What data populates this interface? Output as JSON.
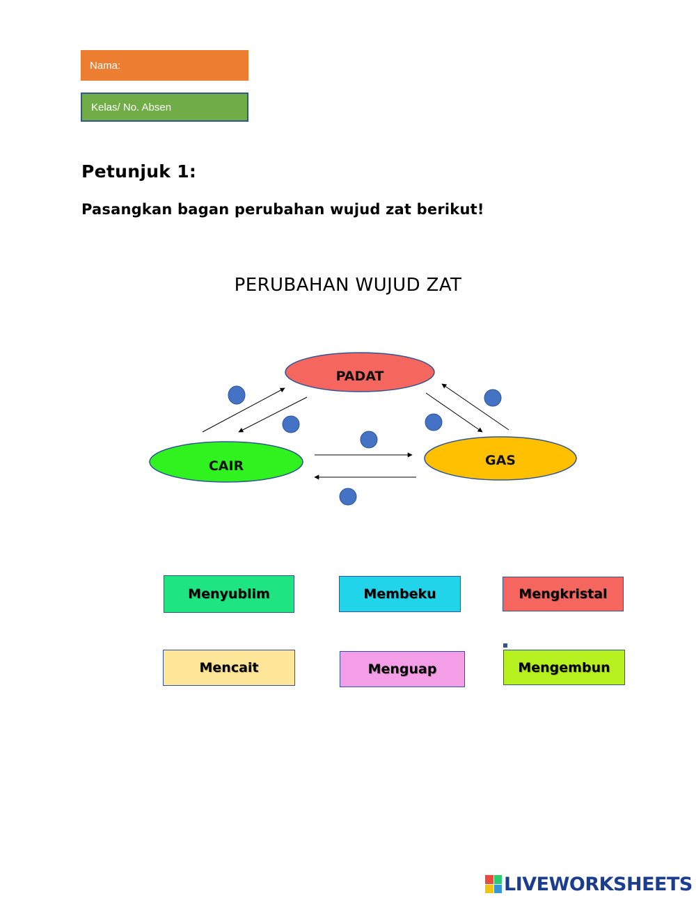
{
  "form": {
    "nama_label": "Nama:",
    "kelas_label": "Kelas/ No. Absen"
  },
  "instructions": {
    "heading": "Petunjuk 1:",
    "text": "Pasangkan bagan perubahan wujud zat berikut!"
  },
  "diagram": {
    "title": "PERUBAHAN WUJUD ZAT",
    "states": {
      "padat": "PADAT",
      "cair": "CAIR",
      "gas": "GAS"
    },
    "colors": {
      "padat": "#f4665e",
      "cair": "#2ff21f",
      "gas": "#ffc000",
      "outline": "#2f5597",
      "drop_dot": "#4472c4"
    }
  },
  "answer_chips": [
    {
      "label": "Menyublim",
      "color": "#1fe482"
    },
    {
      "label": "Membeku",
      "color": "#22d4ea"
    },
    {
      "label": "Mengkristal",
      "color": "#f4665e"
    },
    {
      "label": "Mencait",
      "color": "#ffe699"
    },
    {
      "label": "Menguap",
      "color": "#f59ee8"
    },
    {
      "label": "Mengembun",
      "color": "#b6f01e"
    }
  ],
  "branding": {
    "logo_text": "LIVEWORKSHEETS",
    "logo_color": "#1b3d8f"
  }
}
